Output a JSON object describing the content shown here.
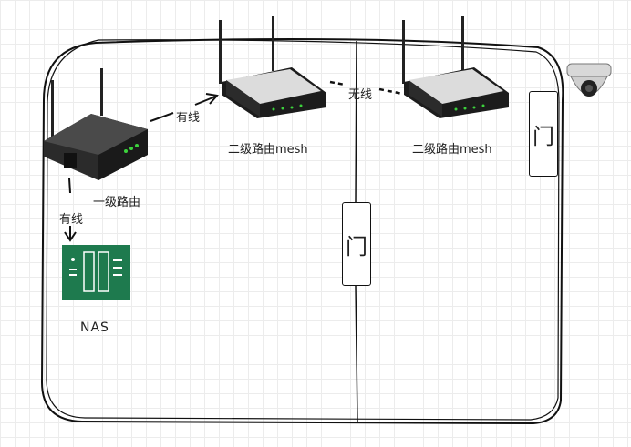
{
  "primary_router": {
    "label": "一级路由"
  },
  "mesh_routers": [
    {
      "label": "二级路由mesh"
    },
    {
      "label": "二级路由mesh"
    }
  ],
  "links": {
    "wired_to_mesh": "有线",
    "wired_to_nas": "有线",
    "wireless_between_mesh": "无线"
  },
  "nas": {
    "label": "NAS",
    "color": "#1e7a4e"
  },
  "doors": [
    {
      "label": "门"
    },
    {
      "label": "门"
    }
  ],
  "icons": {
    "router": "router-icon",
    "nas": "nas-icon",
    "camera": "security-camera-icon"
  }
}
